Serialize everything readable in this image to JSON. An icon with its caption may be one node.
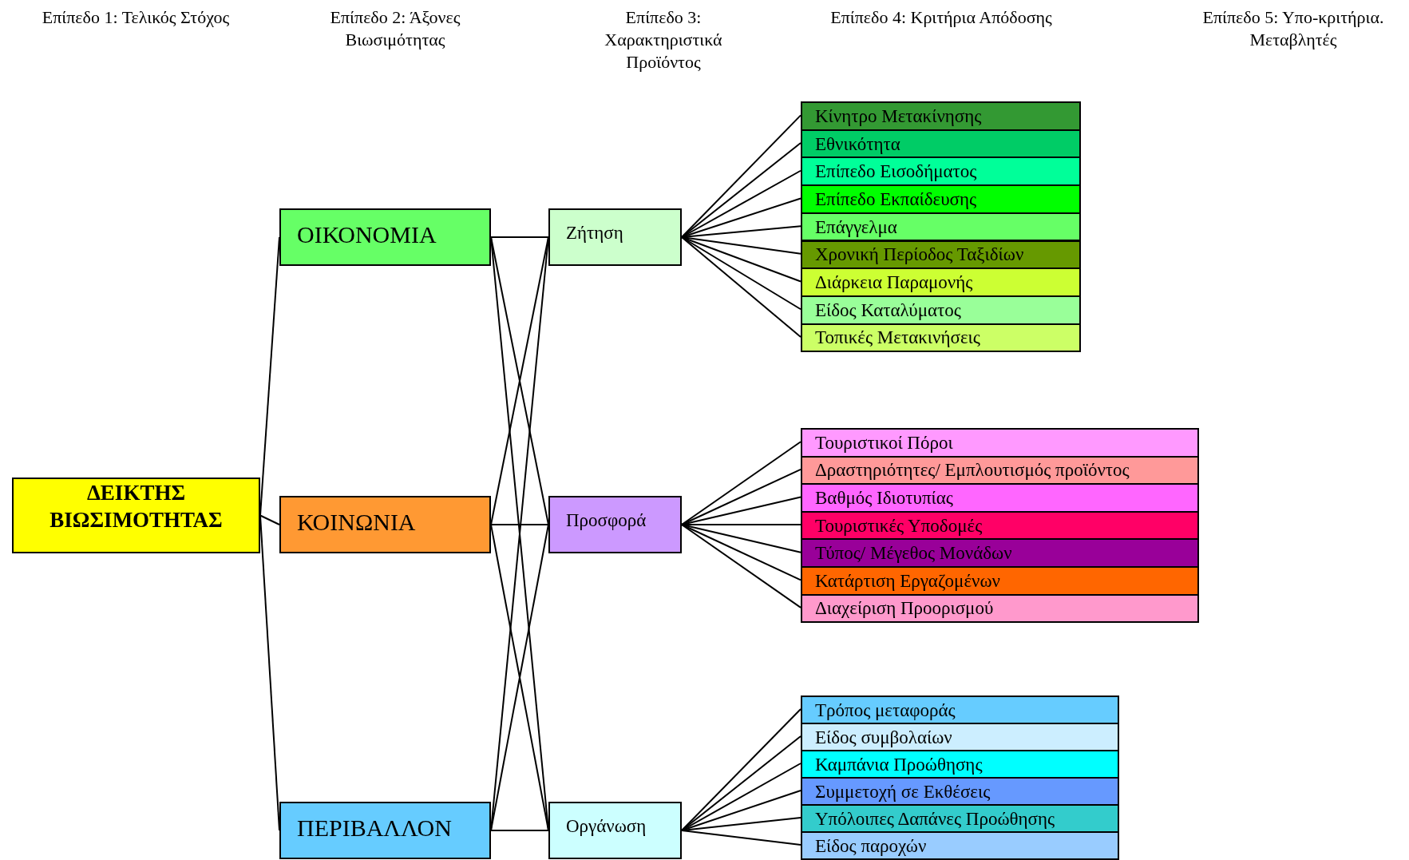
{
  "diagram": {
    "nodes": [
      {
        "text": [
          "ΔΕΙΚΤΗΣ ΒΙΩΣΙΜΟΤΗΤΑΣ"
        ]
      },
      {
        "text": [
          "ΟΙΚΟΝΟΜΙΑ"
        ]
      },
      {
        "text": [
          "ΚΟΙΝΩΝΙΑ"
        ]
      },
      {
        "text": [
          "ΠΕΡΙΒΑΛΛΟΝ"
        ]
      },
      {
        "text": [
          "Ζήτηση"
        ]
      },
      {
        "text": [
          "Προσφορά"
        ]
      },
      {
        "text": [
          "Οργάνωση"
        ]
      },
      {
        "text": [
          "Κίνητρο Μετακίνησης"
        ]
      },
      {
        "text": [
          "Εθνικότητα"
        ]
      },
      {
        "text": [
          "Επίπεδο Εισοδήματος"
        ]
      },
      {
        "text": [
          "Επίπεδο Εκπαίδευσης"
        ]
      },
      {
        "text": [
          "Επάγγελμα"
        ]
      },
      {
        "text": [
          "Χρονική Περίοδος Ταξιδίων"
        ]
      },
      {
        "text": [
          "Διάρκεια Παραμονής"
        ]
      },
      {
        "text": [
          "Είδος Καταλύματος"
        ]
      },
      {
        "text": [
          "Τοπικές Μετακινήσεις"
        ]
      },
      {
        "text": [
          "Τουριστικοί Πόροι"
        ]
      },
      {
        "text": [
          "Δραστηριότητες/ Εμπλουτισμός προϊόντος"
        ]
      },
      {
        "text": [
          "Βαθμός Ιδιοτυπίας"
        ]
      },
      {
        "text": [
          "Τουριστικές Υποδομές"
        ]
      },
      {
        "text": [
          "Τύπος/ Μέγεθος Μονάδων"
        ]
      },
      {
        "text": [
          "Κατάρτιση Εργαζομένων"
        ]
      },
      {
        "text": [
          "Διαχείριση Προορισμού"
        ]
      },
      {
        "text": [
          "Τρόπος μεταφοράς"
        ]
      },
      {
        "text": [
          "Είδος συμβολαίων"
        ]
      },
      {
        "text": [
          "Καμπάνια Προώθησης"
        ]
      },
      {
        "text": [
          "Συμμετοχή σε Εκθέσεις"
        ]
      },
      {
        "text": [
          "Υπόλοιπες Δαπάνες Προώθησης"
        ]
      },
      {
        "text": [
          "Είδος παροχών"
        ]
      }
    ],
    "edges": [
      {
        "from": 0,
        "to": 1,
        "arrow": "none"
      },
      {
        "from": 0,
        "to": 2,
        "arrow": "none"
      },
      {
        "from": 0,
        "to": 3,
        "arrow": "none"
      },
      {
        "from": 1,
        "to": 4,
        "arrow": "none"
      },
      {
        "from": 1,
        "to": 5,
        "arrow": "none"
      },
      {
        "from": 1,
        "to": 6,
        "arrow": "none"
      },
      {
        "from": 2,
        "to": 4,
        "arrow": "none"
      },
      {
        "from": 2,
        "to": 5,
        "arrow": "none"
      },
      {
        "from": 2,
        "to": 6,
        "arrow": "none"
      },
      {
        "from": 3,
        "to": 4,
        "arrow": "none"
      },
      {
        "from": 3,
        "to": 5,
        "arrow": "none"
      },
      {
        "from": 3,
        "to": 6,
        "arrow": "none"
      },
      {
        "from": 4,
        "to": 7,
        "arrow": "none"
      },
      {
        "from": 4,
        "to": 8,
        "arrow": "none"
      },
      {
        "from": 4,
        "to": 9,
        "arrow": "none"
      },
      {
        "from": 4,
        "to": 10,
        "arrow": "none"
      },
      {
        "from": 4,
        "to": 11,
        "arrow": "none"
      },
      {
        "from": 4,
        "to": 12,
        "arrow": "none"
      },
      {
        "from": 4,
        "to": 13,
        "arrow": "none"
      },
      {
        "from": 4,
        "to": 14,
        "arrow": "none"
      },
      {
        "from": 4,
        "to": 15,
        "arrow": "none"
      },
      {
        "from": 5,
        "to": 16,
        "arrow": "none"
      },
      {
        "from": 5,
        "to": 17,
        "arrow": "none"
      },
      {
        "from": 5,
        "to": 18,
        "arrow": "none"
      },
      {
        "from": 5,
        "to": 19,
        "arrow": "none"
      },
      {
        "from": 5,
        "to": 20,
        "arrow": "none"
      },
      {
        "from": 5,
        "to": 21,
        "arrow": "none"
      },
      {
        "from": 5,
        "to": 22,
        "arrow": "none"
      },
      {
        "from": 6,
        "to": 23,
        "arrow": "none"
      },
      {
        "from": 6,
        "to": 24,
        "arrow": "none"
      },
      {
        "from": 6,
        "to": 25,
        "arrow": "none"
      },
      {
        "from": 6,
        "to": 26,
        "arrow": "none"
      },
      {
        "from": 6,
        "to": 27,
        "arrow": "none"
      },
      {
        "from": 6,
        "to": 28,
        "arrow": "none"
      }
    ],
    "labels": [
      "Επίπεδο 1: Τελικός Στόχος",
      "Επίπεδο 2: Άξονες Βιωσιμότητας",
      "Επίπεδο 3: Χαρακτηριστικά Προϊόντος",
      "Επίπεδο 4: Κριτήρια Απόδοσης",
      "Επίπεδο 5: Υπο-κριτήρια. Μεταβλητές"
    ]
  }
}
